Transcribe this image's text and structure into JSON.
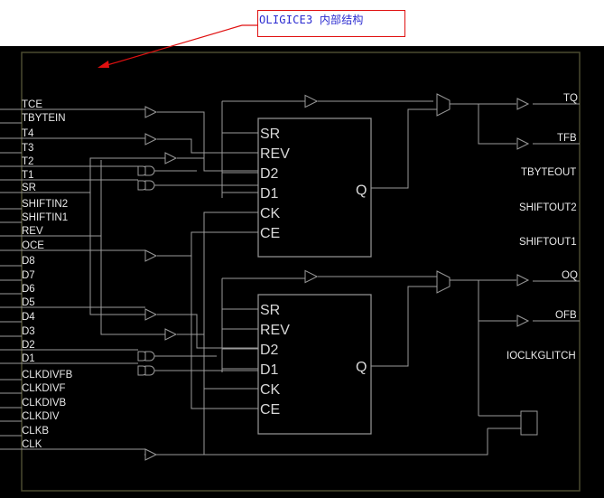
{
  "title": "OLIGICE3 内部结构",
  "colors": {
    "background": "#000000",
    "frame": "#4a4a30",
    "wire": "#9a9a9a",
    "callout_border": "#e01010",
    "callout_text": "#2a2ad0",
    "arrow": "#e01010"
  },
  "inputs": [
    "TCE",
    "TBYTEIN",
    "T4",
    "T3",
    "T2",
    "T1",
    "SR",
    "SHIFTIN2",
    "SHIFTIN1",
    "REV",
    "OCE",
    "D8",
    "D7",
    "D6",
    "D5",
    "D4",
    "D3",
    "D2",
    "D1",
    "CLKDIVFB",
    "CLKDIVF",
    "CLKDIVB",
    "CLKDIV",
    "CLKB",
    "CLK"
  ],
  "outputs": [
    "TQ",
    "TFB",
    "TBYTEOUT",
    "SHIFTOUT2",
    "SHIFTOUT1",
    "OQ",
    "OFB",
    "IOCLKGLITCH"
  ],
  "blocks": [
    {
      "ports": [
        "SR",
        "REV",
        "D2",
        "D1",
        "CK",
        "CE"
      ],
      "out": "Q"
    },
    {
      "ports": [
        "SR",
        "REV",
        "D2",
        "D1",
        "CK",
        "CE"
      ],
      "out": "Q"
    }
  ],
  "icons": {
    "arrow": "arrow-icon",
    "buffer": "buffer-icon",
    "mux": "mux-icon"
  }
}
